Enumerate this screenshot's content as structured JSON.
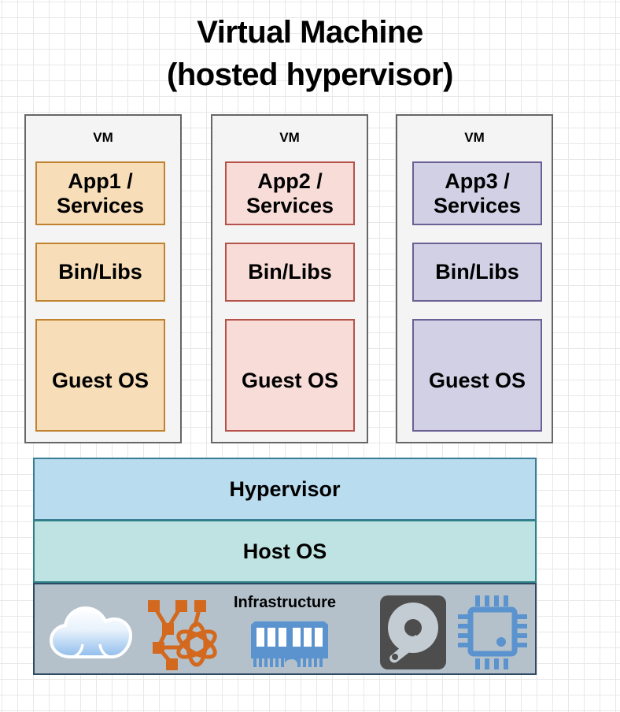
{
  "title": {
    "line1": "Virtual Machine",
    "line2": "(hosted hypervisor)"
  },
  "vms": [
    {
      "label": "VM",
      "app": "App1 / Services",
      "bin": "Bin/Libs",
      "guest": "Guest OS",
      "color": "#f7ddb8",
      "border_color": "#c1822f"
    },
    {
      "label": "VM",
      "app": "App2 / Services",
      "bin": "Bin/Libs",
      "guest": "Guest OS",
      "color": "#f8dcd8",
      "border_color": "#b5534a"
    },
    {
      "label": "VM",
      "app": "App3 / Services",
      "bin": "Bin/Libs",
      "guest": "Guest OS",
      "color": "#d2d0e5",
      "border_color": "#6a6093"
    }
  ],
  "layers": {
    "hypervisor": "Hypervisor",
    "hypervisor_color": "#b9dcef",
    "host_os": "Host OS",
    "host_os_color": "#bfe3e2",
    "infrastructure": "Infrastructure",
    "infrastructure_color": "#b4c1cb"
  },
  "infrastructure_icons": [
    "cloud-icon",
    "network-atom-icon",
    "memory-ram-icon",
    "hard-disk-icon",
    "cpu-chip-icon"
  ],
  "palette": {
    "vm_container_fill": "#f4f4f4",
    "vm_container_border": "#666666",
    "grid_minor": "#e8e8e8",
    "grid_major": "#cfcfcf",
    "icon_orange": "#d2691e",
    "icon_blue": "#5b93ce",
    "icon_dark_gray": "#4d4d4d",
    "icon_light_gray": "#c4ccd3"
  }
}
